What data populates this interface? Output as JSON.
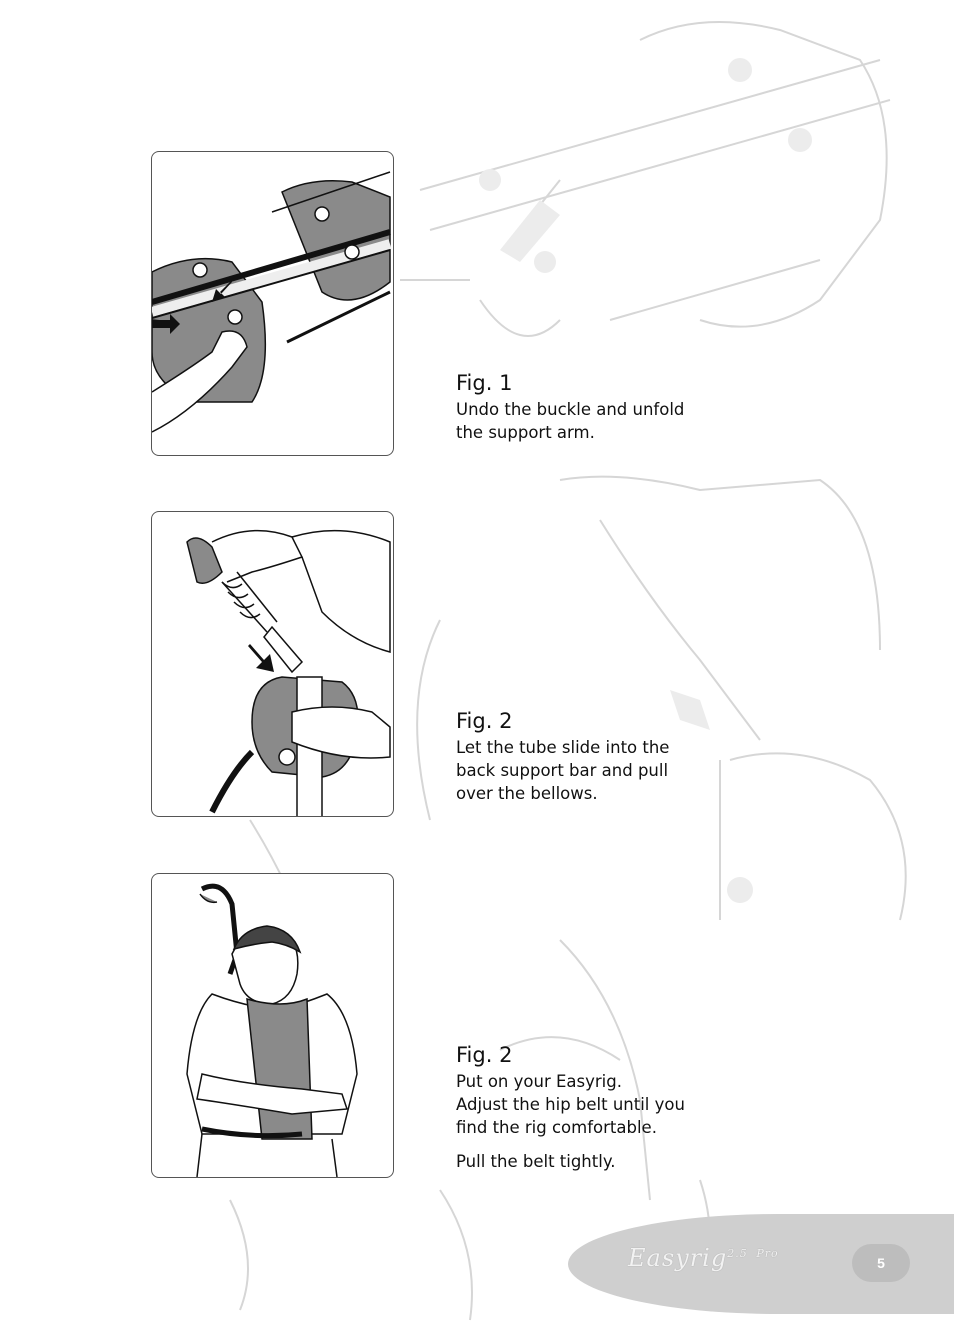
{
  "figures": [
    {
      "title": "Fig. 1",
      "lines": [
        "Undo the buckle and unfold",
        "the support arm."
      ]
    },
    {
      "title": "Fig. 2",
      "lines": [
        "Let the tube slide into the",
        "back support bar and pull",
        "over the bellows."
      ]
    },
    {
      "title": "Fig. 2",
      "lines": [
        "Put on your Easyrig.",
        "Adjust the hip belt until you",
        "find the rig comfortable."
      ],
      "extra": "Pull the belt tightly."
    }
  ],
  "footer": {
    "brand": "Easyrig",
    "brand_mark": "2.5",
    "brand_sub": "Pro",
    "page_number": "5"
  }
}
